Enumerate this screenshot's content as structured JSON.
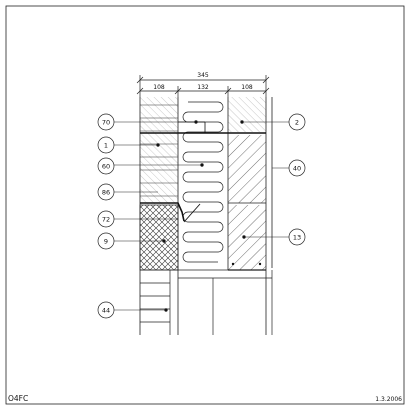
{
  "drawing": {
    "code": "O4FC",
    "date": "1.3.2006",
    "overall_dimension": "345",
    "segment_dimensions": [
      "108",
      "132",
      "108"
    ],
    "callouts": [
      {
        "id": "callout-70",
        "label": "70"
      },
      {
        "id": "callout-1",
        "label": "1"
      },
      {
        "id": "callout-60",
        "label": "60"
      },
      {
        "id": "callout-86",
        "label": "86"
      },
      {
        "id": "callout-72",
        "label": "72"
      },
      {
        "id": "callout-9",
        "label": "9"
      },
      {
        "id": "callout-2",
        "label": "2"
      },
      {
        "id": "callout-40",
        "label": "40"
      },
      {
        "id": "callout-13",
        "label": "13"
      },
      {
        "id": "callout-44",
        "label": "44"
      }
    ]
  }
}
